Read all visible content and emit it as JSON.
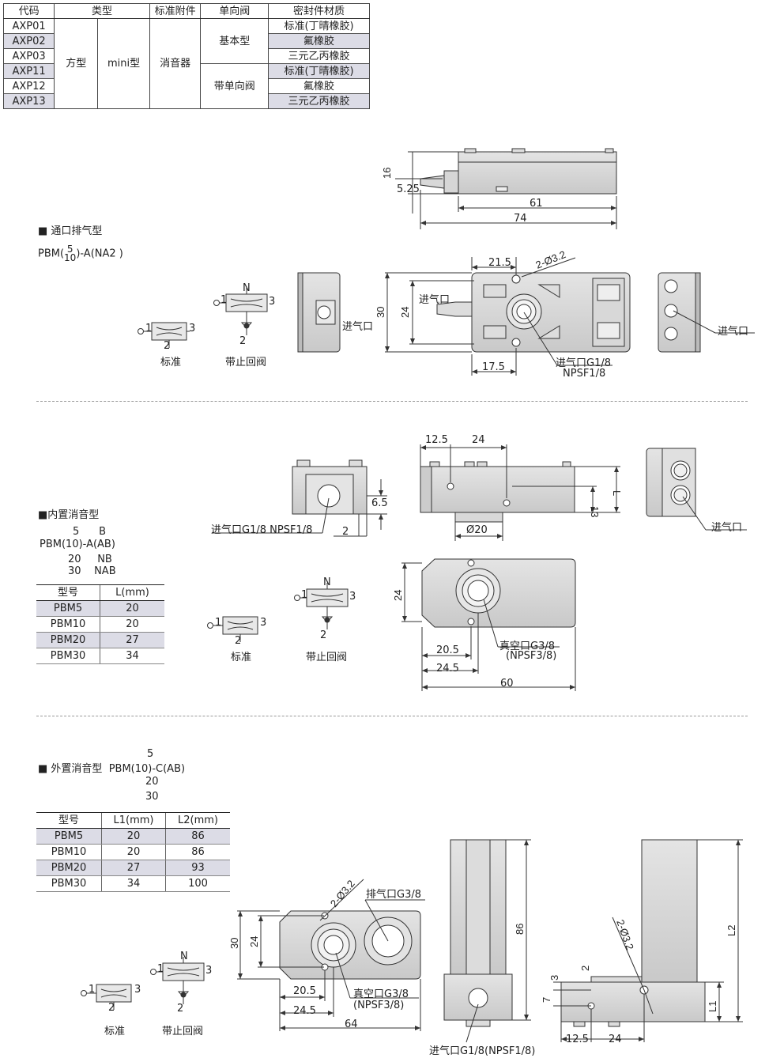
{
  "spec_table": {
    "headers": [
      "代码",
      "类型",
      "标准附件",
      "单向阀",
      "密封件材质"
    ],
    "codes": [
      "AXP01",
      "AXP02",
      "AXP03",
      "AXP11",
      "AXP12",
      "AXP13"
    ],
    "type_shape": "方型",
    "type_size": "mini型",
    "accessory": "消音器",
    "check_valve": [
      "基本型",
      "带单向阀"
    ],
    "seals": [
      "标准(丁晴橡胶)",
      "氟橡胶",
      "三元乙丙橡胶",
      "标准(丁晴橡胶)",
      "氟橡胶",
      "三元乙丙橡胶"
    ]
  },
  "section1": {
    "title": "■ 通口排气型",
    "model_prefix": "PBM(",
    "model_top": "5",
    "model_bottom": "10",
    "model_suffix": ")-A(NA2 )",
    "sym_standard": "标准",
    "sym_check": "带止回阀",
    "inlet": "进气口",
    "inlet_g": "进气口G1/8",
    "npsf": "NPSF1/8",
    "dims": {
      "d16": "16",
      "d525": "5.25",
      "d61": "61",
      "d74": "74",
      "d215": "21.5",
      "holes": "2-Ø3.2",
      "d30": "30",
      "d24": "24",
      "d175": "17.5"
    }
  },
  "section2": {
    "title": "■内置消音型",
    "model_line1": "5      B",
    "model_line2": "PBM(10)-A(AB)",
    "model_line3": "20     NB",
    "model_line4": "30    NAB",
    "table_headers": [
      "型号",
      "L(mm)"
    ],
    "rows": [
      [
        "PBM5",
        "20"
      ],
      [
        "PBM10",
        "20"
      ],
      [
        "PBM20",
        "27"
      ],
      [
        "PBM30",
        "34"
      ]
    ],
    "sym_standard": "标准",
    "sym_check": "带止回阀",
    "inlet_label": "进气口G1/8 NPSF1/8",
    "inlet": "进气口",
    "vacuum": "真空口G3/8",
    "vacuum_npsf": "(NPSF3/8)",
    "dims": {
      "d125": "12.5",
      "d24": "24",
      "d65": "6.5",
      "d2": "2",
      "d13": "13",
      "L": "L",
      "d20": "Ø20",
      "d24b": "24",
      "d205": "20.5",
      "d245": "24.5",
      "d60": "60"
    }
  },
  "section3": {
    "title": "■ 外置消音型",
    "model_prefix": "PBM(10)-C(AB)",
    "model_top": "5",
    "model_mid": "20",
    "model_bot": "30",
    "table_headers": [
      "型号",
      "L1(mm)",
      "L2(mm)"
    ],
    "rows": [
      [
        "PBM5",
        "20",
        "86"
      ],
      [
        "PBM10",
        "20",
        "86"
      ],
      [
        "PBM20",
        "27",
        "93"
      ],
      [
        "PBM30",
        "34",
        "100"
      ]
    ],
    "sym_standard": "标准",
    "sym_check": "带止回阀",
    "exhaust": "排气口G3/8",
    "vacuum": "真空口G3/8",
    "vacuum_npsf": "(NPSF3/8)",
    "inlet_label": "进气口G1/8(NPSF1/8)",
    "dims": {
      "holes": "2-Ø3.2",
      "d30": "30",
      "d24": "24",
      "d205": "20.5",
      "d245": "24.5",
      "d64": "64",
      "d86": "86",
      "d3": "3",
      "d2": "2",
      "d7": "7",
      "L1": "L1",
      "L2": "L2",
      "d125": "12.5",
      "d24b": "24",
      "holes2": "2-Ø3.2"
    }
  },
  "symbol_marks": {
    "N": "N",
    "p1": "1",
    "p2": "2",
    "p3": "3"
  }
}
